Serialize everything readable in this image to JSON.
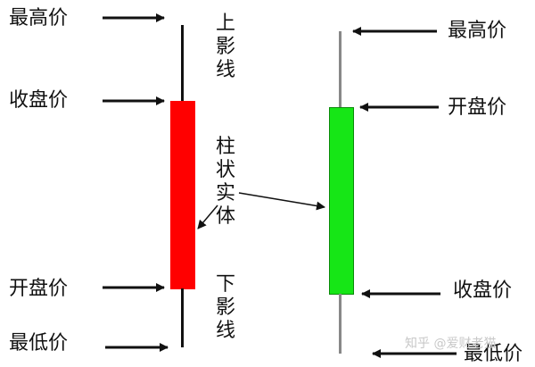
{
  "left_candle": {
    "labels": {
      "high": "最高价",
      "close": "收盘价",
      "open": "开盘价",
      "low": "最低价"
    },
    "body_color": "#ff0000",
    "wick_color": "#111111"
  },
  "right_candle": {
    "labels": {
      "high": "最高价",
      "open": "开盘价",
      "close": "收盘价",
      "low": "最低价"
    },
    "body_color": "#16e616",
    "wick_color": "#888888"
  },
  "center_labels": {
    "upper_shadow": [
      "上",
      "影",
      "线"
    ],
    "real_body": [
      "柱",
      "状",
      "实",
      "体"
    ],
    "lower_shadow": [
      "下",
      "影",
      "线"
    ]
  },
  "watermark": "知乎 @爱财老猫"
}
